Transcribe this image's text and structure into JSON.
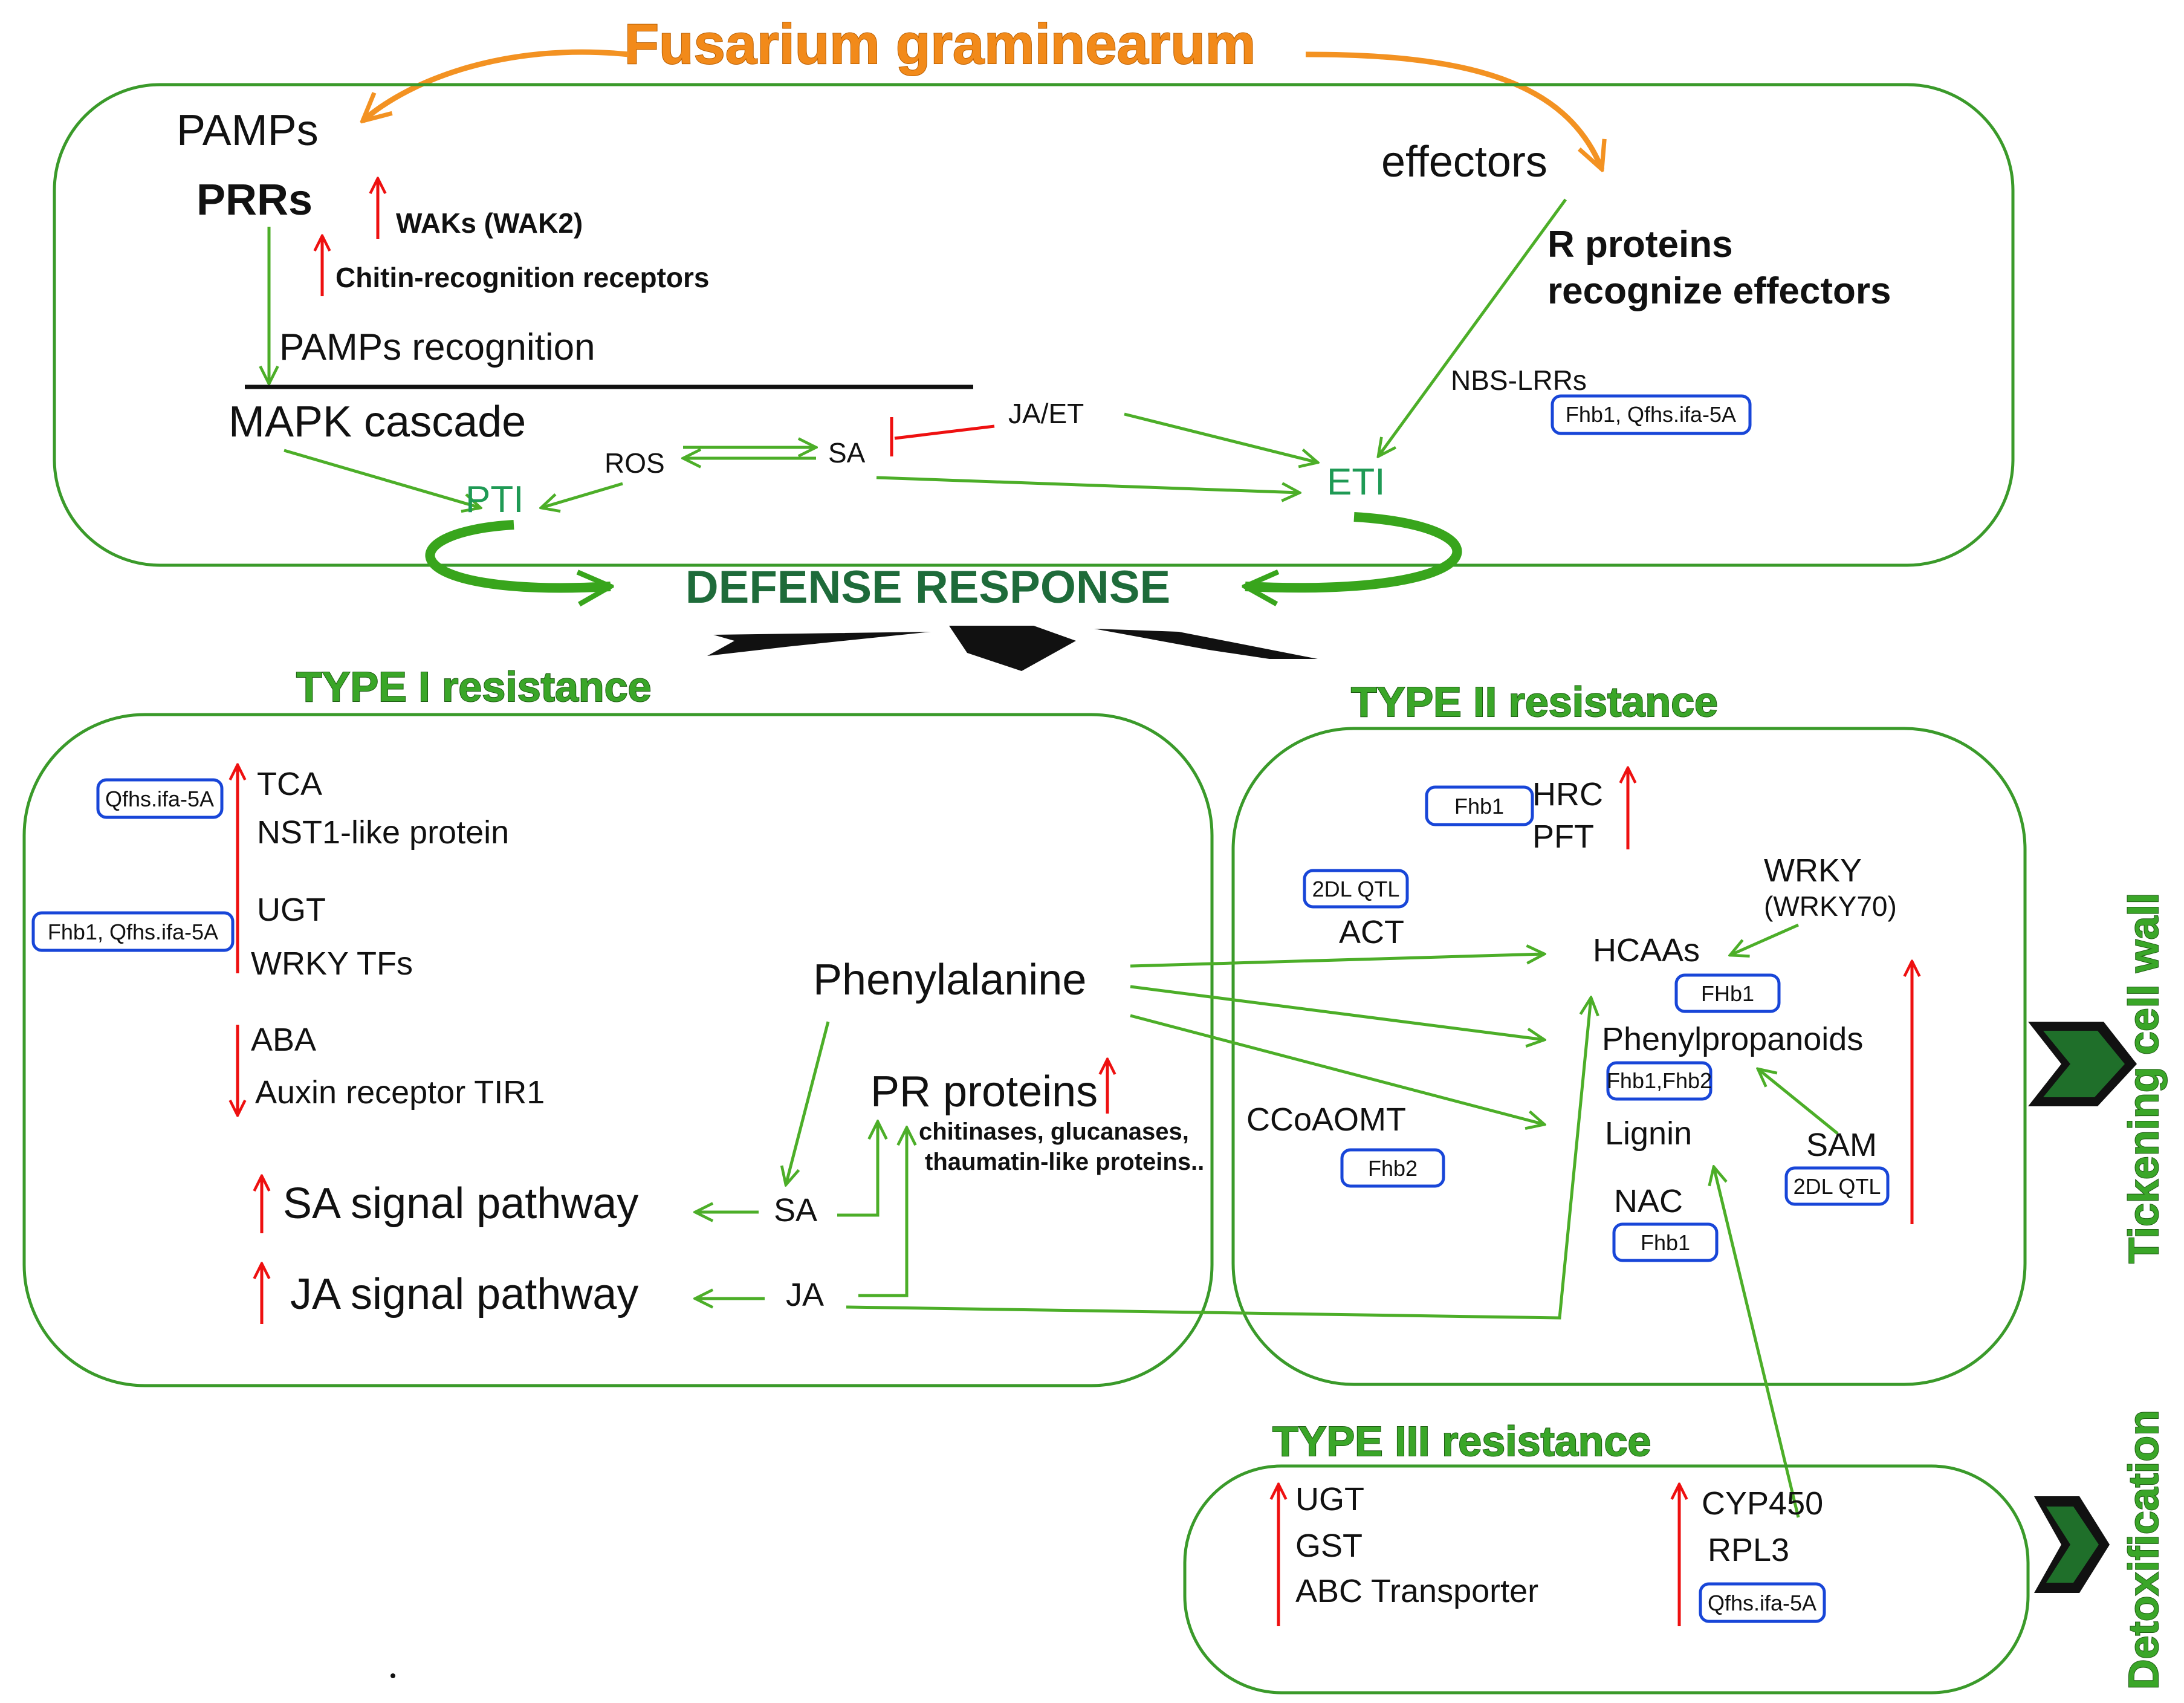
{
  "title": "Fusarium graminearum",
  "top": {
    "pamps": "PAMPs",
    "prrs": "PRRs",
    "waks": "WAKs (WAK2)",
    "chitin": "Chitin-recognition receptors",
    "pamps_recognition": "PAMPs recognition",
    "mapk": "MAPK cascade",
    "ros": "ROS",
    "sa": "SA",
    "jaet": "JA/ET",
    "pti": "PTI",
    "eti": "ETI",
    "effectors": "effectors",
    "r_proteins_1": "R proteins",
    "r_proteins_2": "recognize effectors",
    "nbs": "NBS-LRRs",
    "nbs_tag": "Fhb1, Qfhs.ifa-5A"
  },
  "defense": "DEFENSE RESPONSE",
  "type1": {
    "title": "TYPE I resistance",
    "tca": "TCA",
    "nst1": "NST1-like protein",
    "ugt": "UGT",
    "wrky": "WRKY TFs",
    "aba": "ABA",
    "tir1": "Auxin receptor TIR1",
    "tag_qfhs": "Qfhs.ifa-5A",
    "tag_fhb1q": "Fhb1, Qfhs.ifa-5A",
    "phenylalanine": "Phenylalanine",
    "pr": "PR proteins",
    "pr_sub1": "chitinases, glucanases,",
    "pr_sub2": "thaumatin-like proteins..",
    "sa_path": "SA signal pathway",
    "ja_path": "JA signal pathway",
    "sa": "SA",
    "ja": "JA"
  },
  "type2": {
    "title": "TYPE II resistance",
    "hrc": "HRC",
    "pft": "PFT",
    "tag_fhb1_hrc": "Fhb1",
    "tag_2dl_act": "2DL QTL",
    "act": "ACT",
    "wrky": "WRKY",
    "wrky70": "(WRKY70)",
    "hcaas": "HCAAs",
    "tag_fhb1_hcaa": "FHb1",
    "phenyl": "Phenylpropanoids",
    "tag_fhb12": "Fhb1,Fhb2",
    "ccoaomt": "CCoAOMT",
    "tag_fhb2": "Fhb2",
    "lignin": "Lignin",
    "sam": "SAM",
    "tag_2dl_sam": "2DL QTL",
    "nac": "NAC",
    "tag_fhb1_nac": "Fhb1",
    "side": "Tickening cell wall"
  },
  "type3": {
    "title": "TYPE III resistance",
    "ugt": "UGT",
    "gst": "GST",
    "abc": "ABC Transporter",
    "cyp": "CYP450",
    "rpl3": "RPL3",
    "tag_qfhs": "Qfhs.ifa-5A",
    "side": "Detoxification"
  },
  "colors": {
    "title": "#f28a1a",
    "box": "#3a9a2a",
    "arrow_green": "#4cae28",
    "arrow_red": "#ee1010",
    "tag_border": "#1846d8",
    "type_title": "#3aa628",
    "defense": "#1e6b3a"
  }
}
